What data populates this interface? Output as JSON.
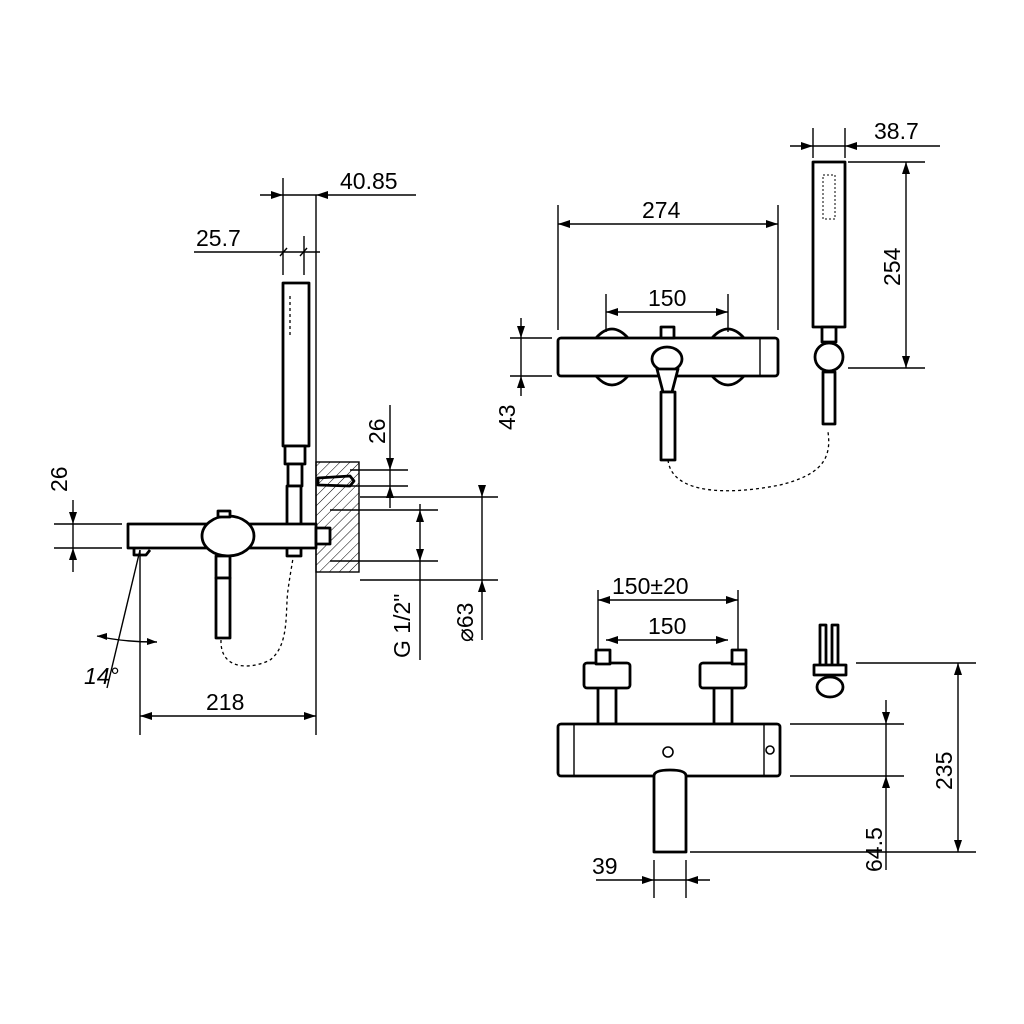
{
  "dimensions": {
    "side_view": {
      "hand_shower_outer": "40.85",
      "hand_shower_inner": "25.7",
      "wall_offset": "26",
      "spout_height": "26",
      "thread": "G 1/2\"",
      "diameter": "⌀63",
      "spout_angle": "14°",
      "projection": "218"
    },
    "top_view": {
      "body_width": "274",
      "axis_distance": "150",
      "body_height": "43",
      "hand_width": "38.7",
      "hand_length": "254"
    },
    "front_view": {
      "axis_range": "150±20",
      "axis_distance": "150",
      "total_height": "235",
      "spout_drop": "64.5",
      "spout_width": "39"
    }
  }
}
